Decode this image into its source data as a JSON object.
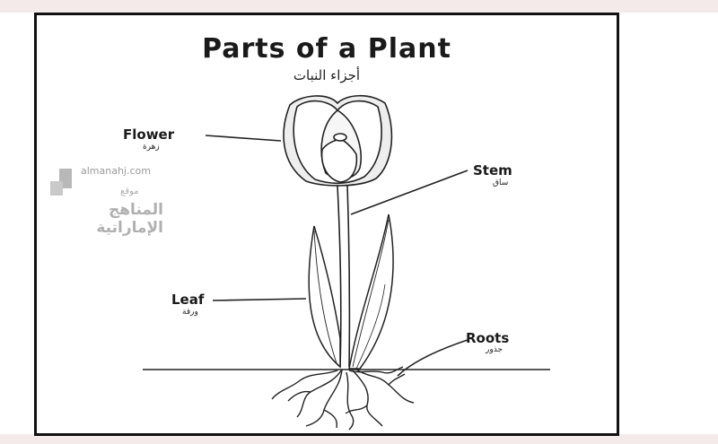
{
  "title": "Parts of a Plant",
  "subtitle_ar": "أجزاء النبات",
  "labels": {
    "flower": {
      "en": "Flower",
      "ar": "زهرة"
    },
    "stem": {
      "en": "Stem",
      "ar": "ساق"
    },
    "leaf": {
      "en": "Leaf",
      "ar": "ورقة"
    },
    "roots": {
      "en": "Roots",
      "ar": "جذور"
    }
  },
  "watermark": {
    "site": "almanahj.com",
    "ar_line1": "موقع",
    "ar_line2": "المناهج الإماراتية"
  },
  "colors": {
    "frame": "#111111",
    "ink": "#1a1a1a",
    "background": "#f7efef"
  }
}
